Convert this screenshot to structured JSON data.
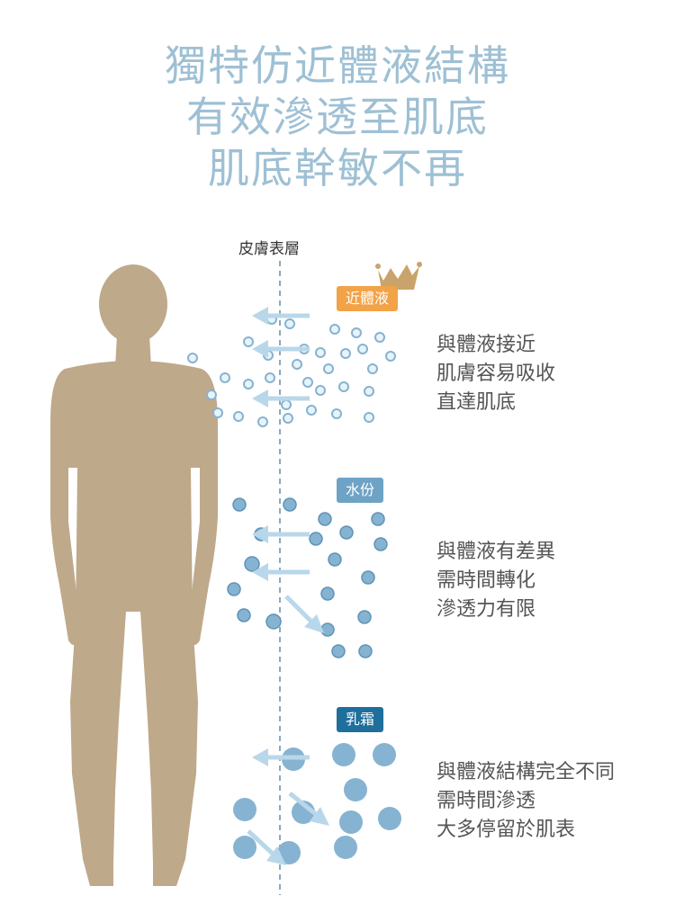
{
  "headline": {
    "line1": "獨特仿近體液結構",
    "line2": "有效滲透至肌底",
    "line3": "肌底幹敏不再"
  },
  "skin_layer_label": "皮膚表層",
  "groups": [
    {
      "tag": "近體液",
      "tag_color": "#f2a247",
      "crown": true,
      "lines": [
        "與體液接近",
        "肌膚容易吸收",
        "直達肌底"
      ]
    },
    {
      "tag": "水份",
      "tag_color": "#6fa3c6",
      "lines": [
        "與體液有差異",
        "需時間轉化",
        "滲透力有限"
      ]
    },
    {
      "tag": "乳霜",
      "tag_color": "#1f6f9c",
      "lines": [
        "與體液結構完全不同",
        "需時間滲透",
        "大多停留於肌表"
      ]
    }
  ],
  "colors": {
    "headline": "#9ec0d4",
    "body_silhouette": "#bfa98b",
    "particle": "#86b3d1",
    "arrow": "#b9d7ea",
    "skin_line": "#8aa9bb"
  },
  "icons": [
    "crown-icon",
    "human-silhouette"
  ]
}
